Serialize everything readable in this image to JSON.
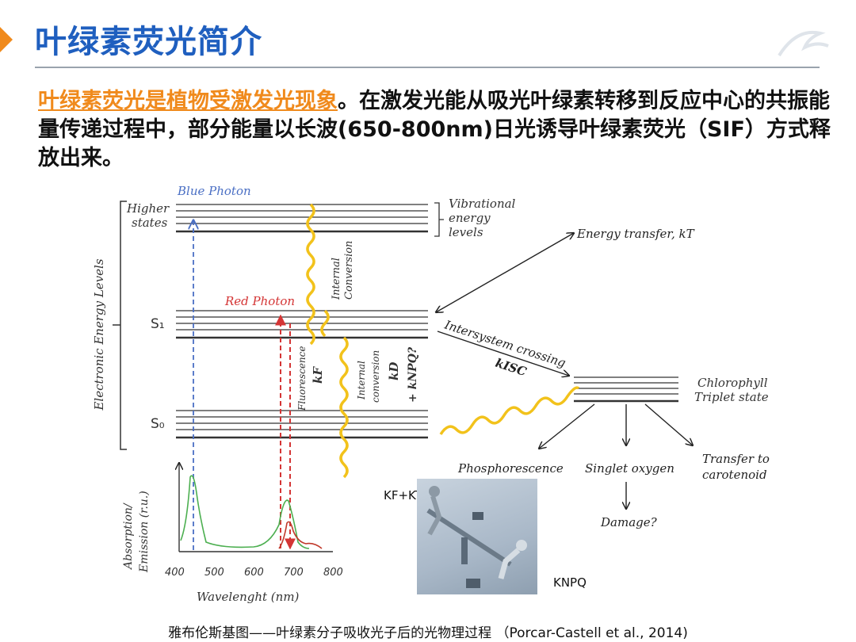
{
  "page_title": "叶绿素荧光简介",
  "intro": {
    "highlight": "叶绿素荧光是植物受激发光现象",
    "rest": "。在激发光能从吸光叶绿素转移到反应中心的共振能量传递过程中，部分能量以长波(650-800nm)日光诱导叶绿素荧光（SIF）方式释放出来。"
  },
  "diagram": {
    "y_axis_label": "Electronic Energy Levels",
    "blue_photon": "Blue Photon",
    "red_photon": "Red Photon",
    "higher": "Higher",
    "states": "states",
    "vib1": "Vibrational",
    "vib2": "energy",
    "vib3": "levels",
    "s1": "S₁",
    "s0": "S₀",
    "internal_conv_1": "Internal",
    "internal_conv_2": "Conversion",
    "fluorescence": "Fluorescence",
    "kf": "kF",
    "internal_conv_lower_1": "Internal",
    "internal_conv_lower_2": "conversion",
    "kd": "kD",
    "knpq": "+ kNPQ?",
    "energy_transfer": "Energy transfer, kT",
    "intersystem": "Intersystem crossing",
    "kisc": "kISC",
    "triplet_1": "Chlorophyll",
    "triplet_2": "Triplet state",
    "phosphorescence": "Phosphorescence",
    "singlet_oxygen": "Singlet oxygen",
    "carotenoid_1": "Transfer to",
    "carotenoid_2": "carotenoid",
    "damage": "Damage?",
    "spectrum_ylabel_1": "Absorption/",
    "spectrum_ylabel_2": "Emission (r.u.)",
    "x_ticks": [
      "400",
      "500",
      "600",
      "700",
      "800"
    ],
    "x_label": "Wavelenght (nm)",
    "kf_kt": "KF+KT",
    "k_npq": "KNPQ"
  },
  "caption": "雅布伦斯基图——叶绿素分子吸收光子后的光物理过程 （Porcar-Castell et al., 2014)",
  "colors": {
    "title_blue": "#1f5fbf",
    "accent_orange": "#f08a1c",
    "blue_photon": "#4a6fc4",
    "red_photon": "#d43535",
    "wave_yellow": "#f2c21b",
    "absorption_green": "#4caf50",
    "emission_red": "#c0392b"
  }
}
